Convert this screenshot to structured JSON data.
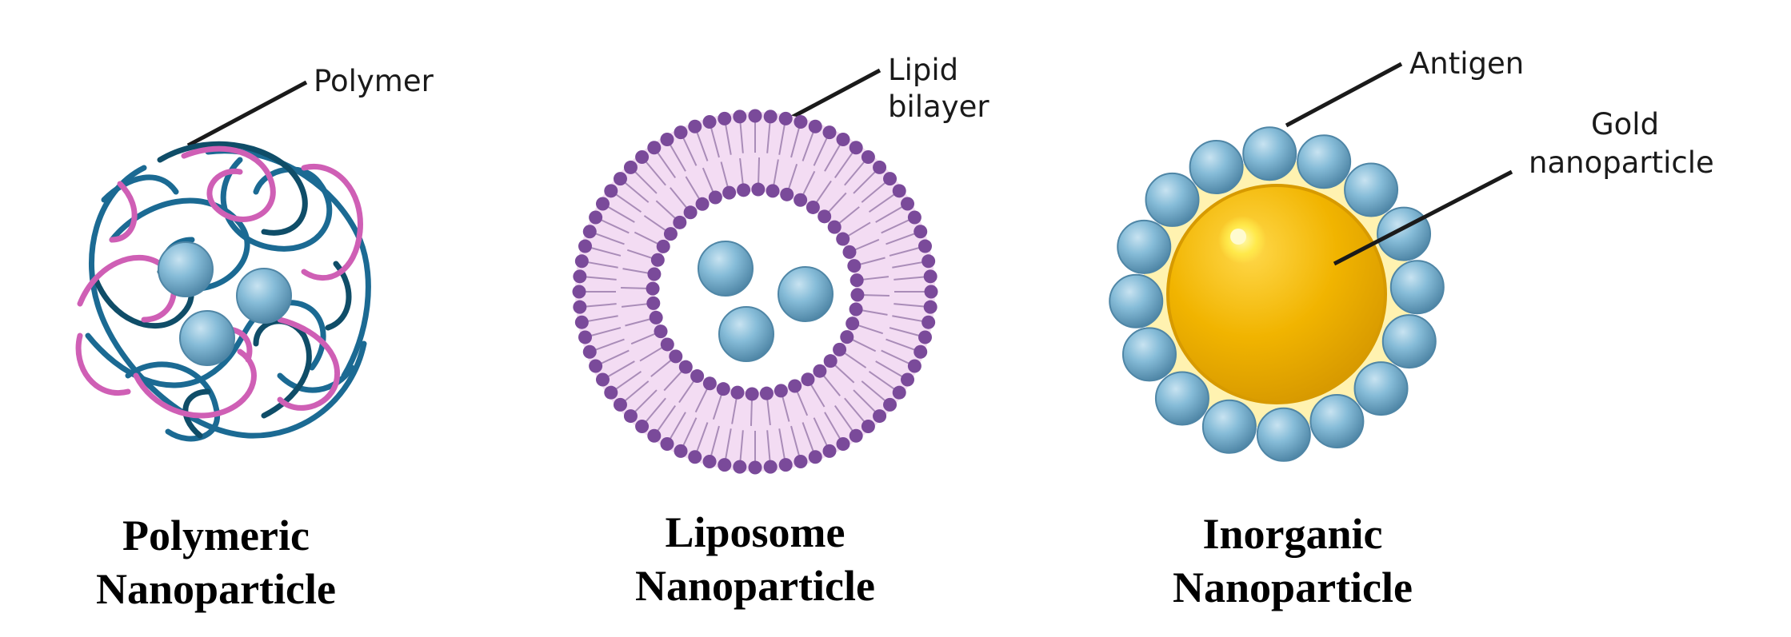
{
  "panels": {
    "polymeric": {
      "callout": "Polymer",
      "caption_line1": "Polymeric",
      "caption_line2": "Nanoparticle"
    },
    "liposome": {
      "callout_line1": "Lipid",
      "callout_line2": "bilayer",
      "caption_line1": "Liposome",
      "caption_line2": "Nanoparticle"
    },
    "inorganic": {
      "callout_antigen": "Antigen",
      "callout_gold_line1": "Gold",
      "callout_gold_line2": "nanoparticle",
      "caption_line1": "Inorganic",
      "caption_line2": "Nanoparticle"
    }
  },
  "colors": {
    "polymer_blue": "#1b6a93",
    "polymer_pink": "#cf5fb5",
    "polymer_dark": "#0f4d68",
    "cargo_sphere": "#7fb3cf",
    "cargo_sphere_edge": "#4f86a6",
    "lipid_head": "#7a4a9a",
    "lipid_fill": "#f3dcf3",
    "lipid_tail": "#a98cb8",
    "gold_core": "#f1b400",
    "gold_edge": "#d79a00",
    "gold_highlight": "#fff27a",
    "gold_halo": "#fff2b0",
    "leader_line": "#1a1a1a"
  }
}
